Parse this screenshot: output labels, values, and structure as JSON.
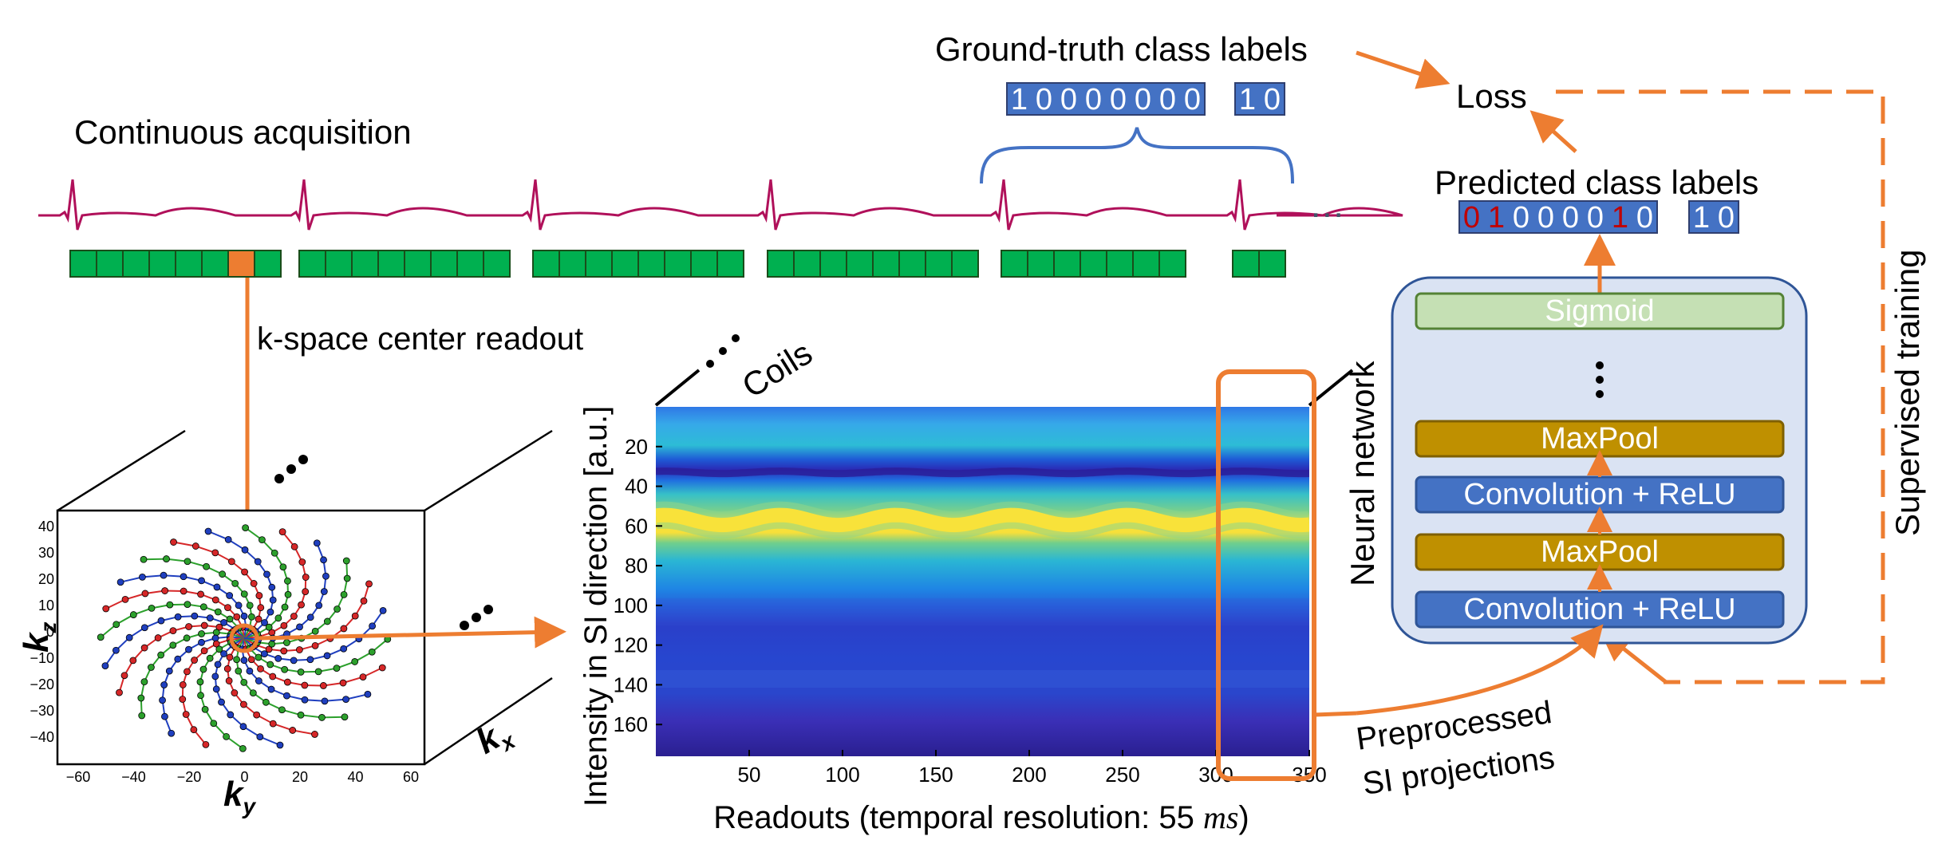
{
  "titles": {
    "continuous": "Continuous acquisition",
    "kspace_readout": "k-space center readout",
    "ground_truth": "Ground-truth class labels",
    "predicted": "Predicted class labels",
    "loss": "Loss",
    "supervised": "Supervised training",
    "neural_network": "Neural network",
    "coils": "Coils",
    "preprocessed_line1": "Preprocessed",
    "preprocessed_line2": "SI projections",
    "ellipsis": "..."
  },
  "labels": {
    "ground_truth_group1": [
      "1",
      "0",
      "0",
      "0",
      "0",
      "0",
      "0",
      "0"
    ],
    "ground_truth_group2": [
      "1",
      "0"
    ],
    "predicted_group1": [
      {
        "t": "0",
        "c": "#c00000"
      },
      {
        "t": "1",
        "c": "#c00000"
      },
      {
        "t": "0",
        "c": "#ffffff"
      },
      {
        "t": "0",
        "c": "#ffffff"
      },
      {
        "t": "0",
        "c": "#ffffff"
      },
      {
        "t": "0",
        "c": "#ffffff"
      },
      {
        "t": "1",
        "c": "#c00000"
      },
      {
        "t": "0",
        "c": "#ffffff"
      }
    ],
    "predicted_group2": [
      "1",
      "0"
    ]
  },
  "network": {
    "layers": [
      "Sigmoid",
      "MaxPool",
      "Convolution + ReLU",
      "MaxPool",
      "Convolution + ReLU"
    ]
  },
  "kspace_plot": {
    "axis_x_label": "k",
    "axis_x_sub": "y",
    "axis_y_label": "k",
    "axis_y_sub": "z",
    "depth_label": "k",
    "depth_sub": "x",
    "x_ticks": [
      "−60",
      "−40",
      "−20",
      "0",
      "20",
      "40",
      "60"
    ],
    "y_ticks": [
      "40",
      "30",
      "20",
      "10",
      "0",
      "−10",
      "−20",
      "−30",
      "−40"
    ],
    "spoke_colors": [
      "#d62728",
      "#2ca02c",
      "#1f3fbf"
    ]
  },
  "chart_data": {
    "type": "heatmap",
    "xlabel_prefix": "Readouts (temporal resolution: 55 ",
    "xlabel_unit": "ms",
    "xlabel_suffix": ")",
    "ylabel": "Intensity in SI direction [a.u.]",
    "x_ticks": [
      50,
      100,
      150,
      200,
      250,
      300,
      350
    ],
    "y_ticks": [
      20,
      40,
      60,
      80,
      100,
      120,
      140,
      160
    ],
    "xlim": [
      0,
      350
    ],
    "ylim": [
      0,
      176
    ],
    "bright_band_center": 57,
    "dark_band_center": 33,
    "oscillation_period_readouts": 62
  },
  "colors": {
    "accent": "#ed7d31",
    "box_blue": "#4472c4",
    "maxpool": "#bf9000",
    "sigmoid": "#c5e0b4",
    "ecg": "#b0105a",
    "readout_green": "#00b050"
  }
}
